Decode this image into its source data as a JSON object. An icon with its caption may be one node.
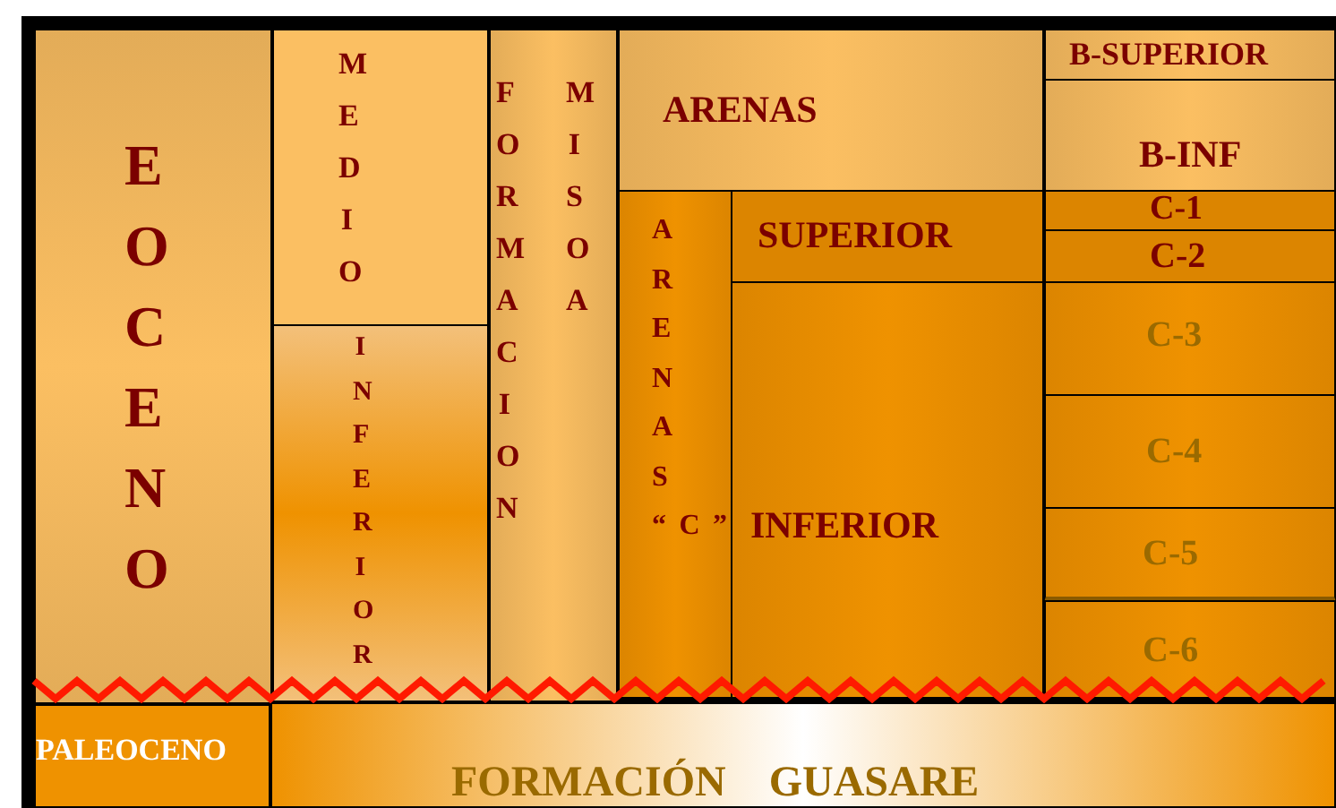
{
  "diagram": {
    "nodes": [
      {
        "text": [
          "EOCENO"
        ]
      },
      {
        "text": [
          "MEDIO"
        ]
      },
      {
        "text": [
          "INFERIOR"
        ]
      },
      {
        "text": [
          "FORMACION",
          "MISOA"
        ]
      },
      {
        "text": [
          "ARENAS"
        ]
      },
      {
        "text": [
          "B-SUPERIOR"
        ]
      },
      {
        "text": [
          "B-INF"
        ]
      },
      {
        "text": [
          "ARENAS “C”"
        ]
      },
      {
        "text": [
          "SUPERIOR"
        ]
      },
      {
        "text": [
          "C-1"
        ]
      },
      {
        "text": [
          "C-2"
        ]
      },
      {
        "text": [
          "INFERIOR"
        ]
      },
      {
        "text": [
          "C-3"
        ]
      },
      {
        "text": [
          "C-4"
        ]
      },
      {
        "text": [
          "C-5"
        ]
      },
      {
        "text": [
          "C-6"
        ]
      },
      {
        "text": [
          "PALEOCENO"
        ]
      },
      {
        "text": [
          "FORMACIÓN    GUASARE"
        ]
      }
    ]
  }
}
